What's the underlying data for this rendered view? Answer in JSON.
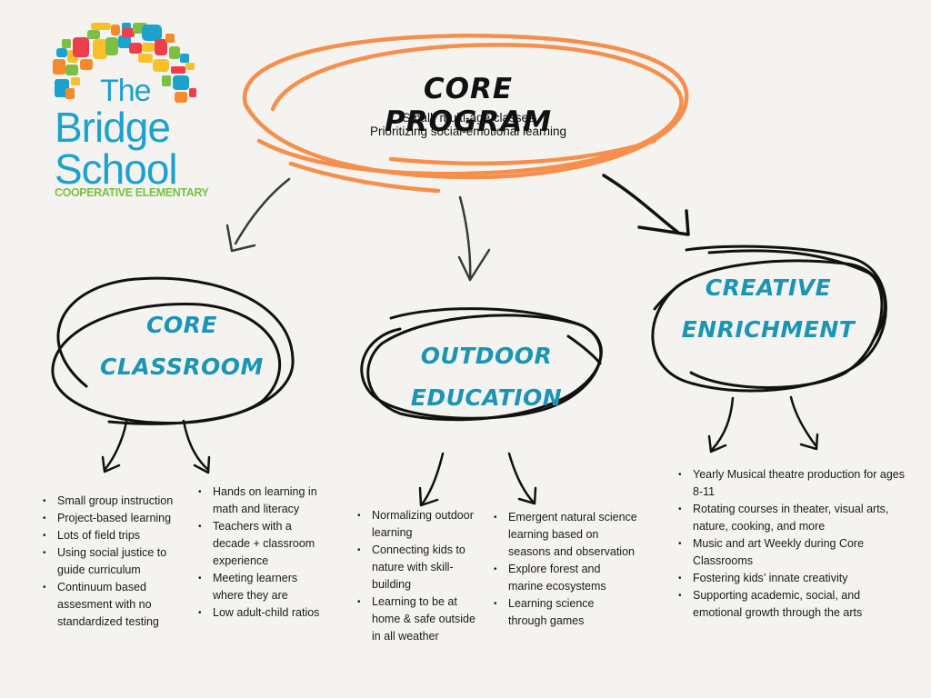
{
  "logo": {
    "line1": "The",
    "line2": "Bridge",
    "line3": "School",
    "subtitle": "COOPERATIVE ELEMENTARY",
    "colors": {
      "text": "#1ba2cf",
      "subtitle": "#7cbf42",
      "mosaic": [
        "#1ba2cf",
        "#ee3e4c",
        "#f8c12b",
        "#7cbf42",
        "#f58a2a"
      ]
    }
  },
  "core_program": {
    "title": "CORE PROGRAM",
    "subtitle_line1": "Small, multi-age classes",
    "subtitle_line2": "Prioritizing social-emotional learning",
    "ring_color": "#f68e4c"
  },
  "categories": [
    {
      "title_line1": "CORE",
      "title_line2": "CLASSROOM",
      "color": "#1a95b5",
      "columns": [
        [
          "Small group instruction",
          "Project-based learning",
          "Lots of field trips",
          "Using social justice to guide curriculum",
          "Continuum based assesment with no standardized testing"
        ],
        [
          "Hands on learning in math and literacy",
          "Teachers with a decade + classroom experience",
          "Meeting learners where they are",
          "Low adult-child ratios"
        ]
      ]
    },
    {
      "title_line1": "OUTDOOR",
      "title_line2": "EDUCATION",
      "color": "#1a95b5",
      "columns": [
        [
          "Normalizing outdoor learning",
          "Connecting kids to nature with skill-building",
          "Learning to be at home & safe outside in all weather"
        ],
        [
          "Emergent natural science learning based on seasons and observation",
          "Explore forest and marine ecosystems",
          "Learning science through games"
        ]
      ]
    },
    {
      "title_line1": "CREATIVE",
      "title_line2": "ENRICHMENT",
      "color": "#1a95b5",
      "columns": [
        [
          "Yearly Musical theatre production for ages 8-11",
          "Rotating courses in theater, visual arts, nature, cooking, and more",
          "Music and art Weekly during Core Classrooms",
          "Fostering kids’ innate creativity",
          "Supporting academic, social, and emotional growth through the arts"
        ]
      ]
    }
  ],
  "colors": {
    "background": "#f5f3f0",
    "ink": "#111111",
    "accent_orange": "#f68e4c",
    "accent_teal": "#1a95b5"
  }
}
